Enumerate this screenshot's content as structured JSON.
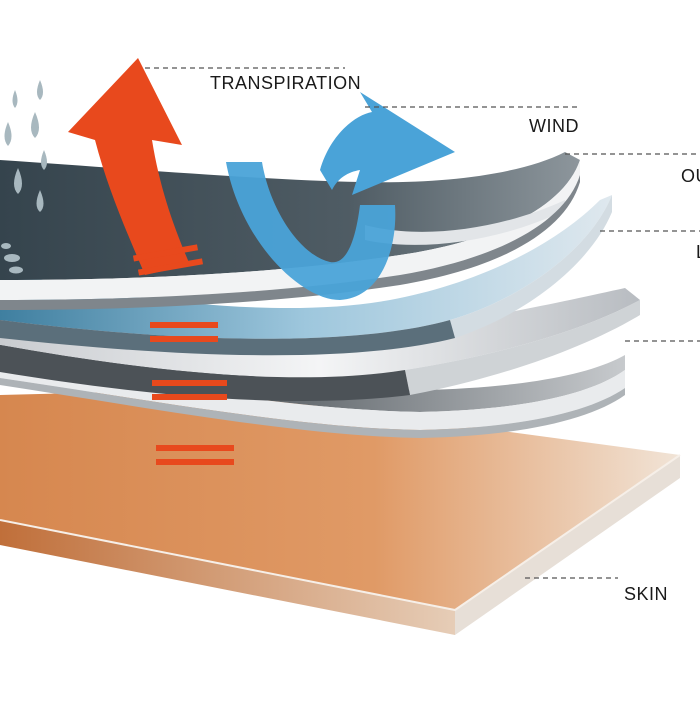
{
  "labels": {
    "transpiration": "TRANSPIRATION",
    "wind": "WIND",
    "outer_layer_cropped": "OU",
    "second_layer_cropped": "L",
    "skin": "SKIN"
  },
  "colors": {
    "skin": "#d98a52",
    "transpiration_arrow": "#e8491d",
    "wind_arrow": "#4aa3d8",
    "water_drops": "#a8b8bf",
    "outer_membrane": "#3c4c56",
    "layer_light": "#e9ecef",
    "layer_dark": "#3a3f44",
    "leader_line": "#555555"
  },
  "icons": {
    "transpiration": "up-arrow",
    "wind": "curved-arrow",
    "rain": "water-drops"
  }
}
